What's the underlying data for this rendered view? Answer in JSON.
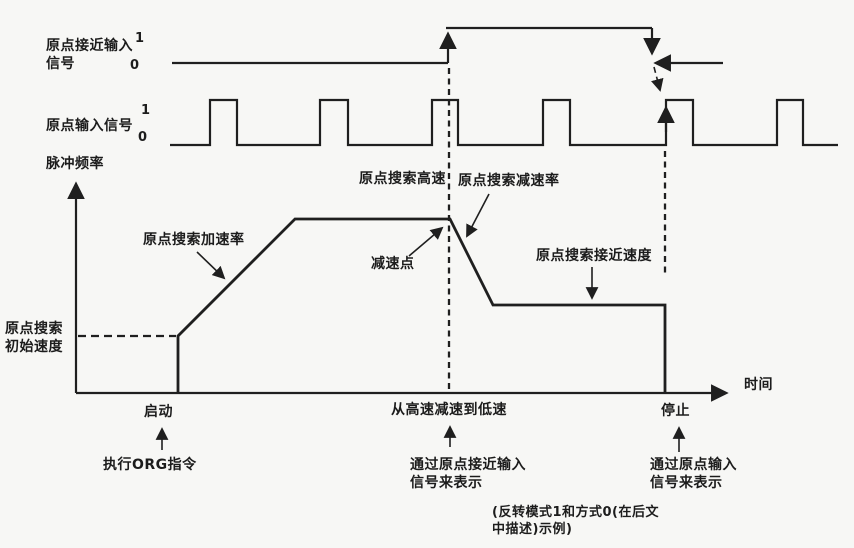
{
  "colors": {
    "background": "#f7f7f5",
    "line": "#1f1f1f",
    "text": "#1c1c1c"
  },
  "signals": {
    "proximity": {
      "name_line1": "原点接近输入",
      "name_line2": "信号",
      "level_high": "1",
      "level_low": "0"
    },
    "origin": {
      "name": "原点输入信号",
      "level_high": "1",
      "level_low": "0"
    }
  },
  "chart": {
    "y_axis_label": "脉冲频率",
    "x_axis_label": "时间",
    "labels": {
      "acceleration_rate": "原点搜索加速率",
      "high_speed": "原点搜索高速",
      "deceleration_rate": "原点搜索减速率",
      "deceleration_point": "减速点",
      "approach_speed": "原点搜索接近速度",
      "initial_speed_line1": "原点搜索",
      "initial_speed_line2": "初始速度"
    }
  },
  "events": {
    "start": {
      "label": "启动",
      "note": "执行ORG指令"
    },
    "decelerate": {
      "label": "从高速减速到低速",
      "note_line1": "通过原点接近输入",
      "note_line2": "信号来表示"
    },
    "stop": {
      "label": "停止",
      "note_line1": "通过原点输入",
      "note_line2": "信号来表示"
    }
  },
  "caption": {
    "line1": "(反转模式1和方式0(在后文",
    "line2": "中描述)示例)"
  }
}
